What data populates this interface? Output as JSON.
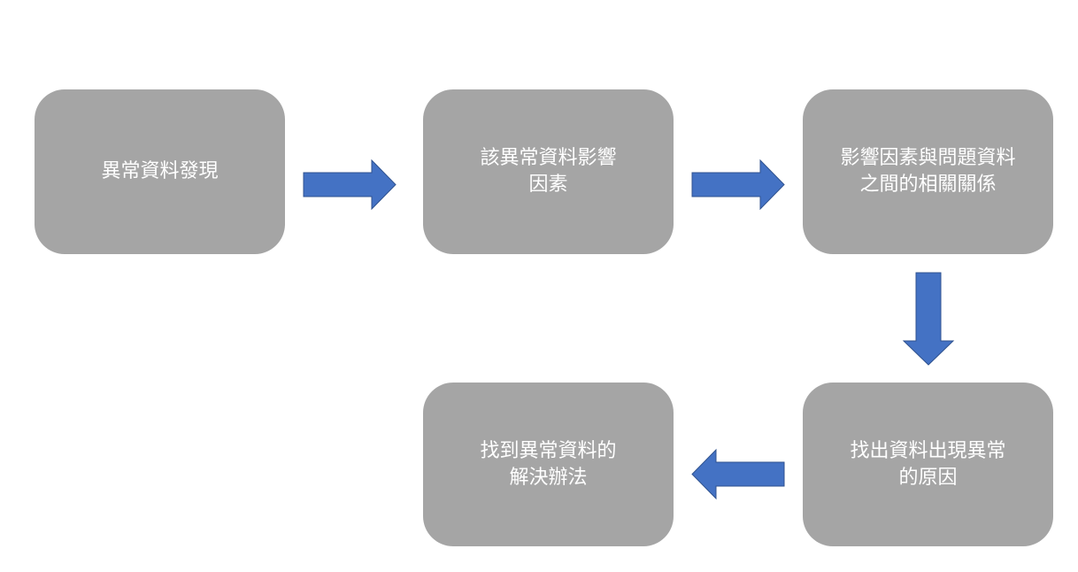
{
  "diagram": {
    "nodes": [
      {
        "id": "b1",
        "label": "異常資料發現"
      },
      {
        "id": "b2",
        "label": "該異常資料影響\n因素"
      },
      {
        "id": "b3",
        "label": "影響因素與問題資料\n之間的相關關係"
      },
      {
        "id": "b4",
        "label": "找出資料出現異常\n的原因"
      },
      {
        "id": "b5",
        "label": "找到異常資料的\n解決辦法"
      }
    ],
    "edges": [
      {
        "from": "b1",
        "to": "b2",
        "direction": "right"
      },
      {
        "from": "b2",
        "to": "b3",
        "direction": "right"
      },
      {
        "from": "b3",
        "to": "b4",
        "direction": "down"
      },
      {
        "from": "b4",
        "to": "b5",
        "direction": "left"
      }
    ],
    "colors": {
      "node_fill": "#a5a5a5",
      "node_text": "#ffffff",
      "arrow_fill": "#4472c4",
      "arrow_stroke": "#2f528f"
    }
  }
}
